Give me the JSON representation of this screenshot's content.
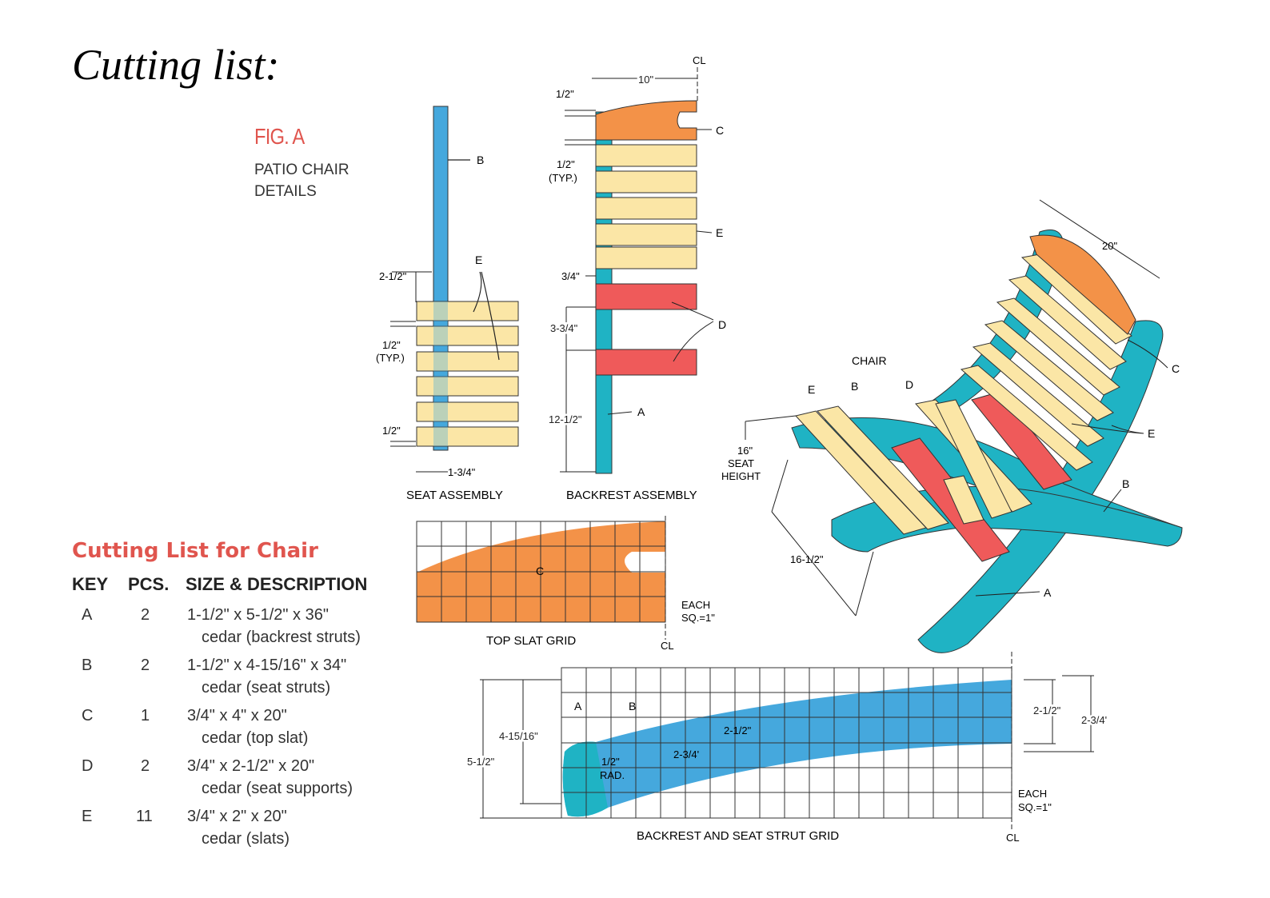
{
  "page_title": "Cutting list:",
  "figure": {
    "label": "FIG. A",
    "subtitle_line1": "PATIO CHAIR",
    "subtitle_line2": "DETAILS"
  },
  "cutting_list": {
    "title": "Cutting List for Chair",
    "headers": {
      "key": "KEY",
      "pcs": "PCS.",
      "desc": "SIZE & DESCRIPTION"
    },
    "rows": [
      {
        "key": "A",
        "pcs": "2",
        "size": "1-1/2\" x 5-1/2\" x 36\"",
        "desc": "cedar (backrest struts)"
      },
      {
        "key": "B",
        "pcs": "2",
        "size": "1-1/2\" x 4-15/16\" x 34\"",
        "desc": "cedar (seat struts)"
      },
      {
        "key": "C",
        "pcs": "1",
        "size": "3/4\" x 4\" x 20\"",
        "desc": "cedar (top slat)"
      },
      {
        "key": "D",
        "pcs": "2",
        "size": "3/4\" x 2-1/2\" x 20\"",
        "desc": "cedar (seat supports)"
      },
      {
        "key": "E",
        "pcs": "11",
        "size": "3/4\" x 2\" x 20\"",
        "desc": "cedar (slats)"
      }
    ]
  },
  "seat_assembly": {
    "caption": "SEAT ASSEMBLY",
    "label_b": "B",
    "label_e": "E",
    "dim_top": "2-1/2\"",
    "dim_gap": "1/2\"",
    "dim_typ": "(TYP.)",
    "dim_bottom": "1/2\"",
    "dim_width": "1-3/4\""
  },
  "backrest_assembly": {
    "caption": "BACKREST ASSEMBLY",
    "dim_width": "10\"",
    "dim_top": "1/2\"",
    "dim_gap": "1/2\"",
    "dim_typ": "(TYP.)",
    "dim_34": "3/4\"",
    "dim_334": "3-3/4\"",
    "dim_1212": "12-1/2\"",
    "label_c": "C",
    "label_e": "E",
    "label_d": "D",
    "label_a": "A",
    "cl": "CL"
  },
  "top_slat_grid": {
    "caption": "TOP SLAT GRID",
    "label_c": "C",
    "each_line1": "EACH",
    "each_line2": "SQ.=1\"",
    "cl": "CL"
  },
  "chair_view": {
    "caption": "CHAIR",
    "dim_20": "20\"",
    "dim_seat_line1": "16\"",
    "dim_seat_line2": "SEAT",
    "dim_seat_line3": "HEIGHT",
    "dim_1612": "16-1/2\"",
    "label_a": "A",
    "label_b": "B",
    "label_b2": "B",
    "label_c": "C",
    "label_d": "D",
    "label_e": "E",
    "label_e2": "E"
  },
  "strut_grid": {
    "caption": "BACKREST AND SEAT STRUT GRID",
    "label_a": "A",
    "label_b": "B",
    "dim_512": "5-1/2\"",
    "dim_41516": "4-15/16\"",
    "dim_rad_line1": "1/2\"",
    "dim_rad_line2": "RAD.",
    "dim_234": "2-3/4'",
    "dim_212": "2-1/2\"",
    "dim_212_right": "2-1/2\"",
    "dim_234_right": "2-3/4'",
    "each_line1": "EACH",
    "each_line2": "SQ.=1\"",
    "cl": "CL"
  },
  "colors": {
    "blue": "#45a8dd",
    "teal": "#1fb3c4",
    "yellow": "#fbe6a6",
    "orange": "#f39248",
    "red": "#ef5a5a",
    "accent": "#e0554e"
  }
}
